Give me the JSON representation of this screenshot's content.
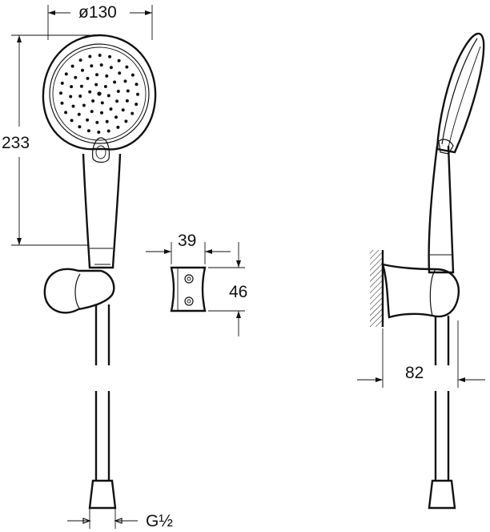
{
  "dimensions": {
    "head_diameter": "ø130",
    "overall_height": "233",
    "holder_width": "39",
    "holder_height": "46",
    "projection": "82",
    "thread": "G½"
  },
  "colors": {
    "line": "#111111",
    "background": "#ffffff"
  }
}
